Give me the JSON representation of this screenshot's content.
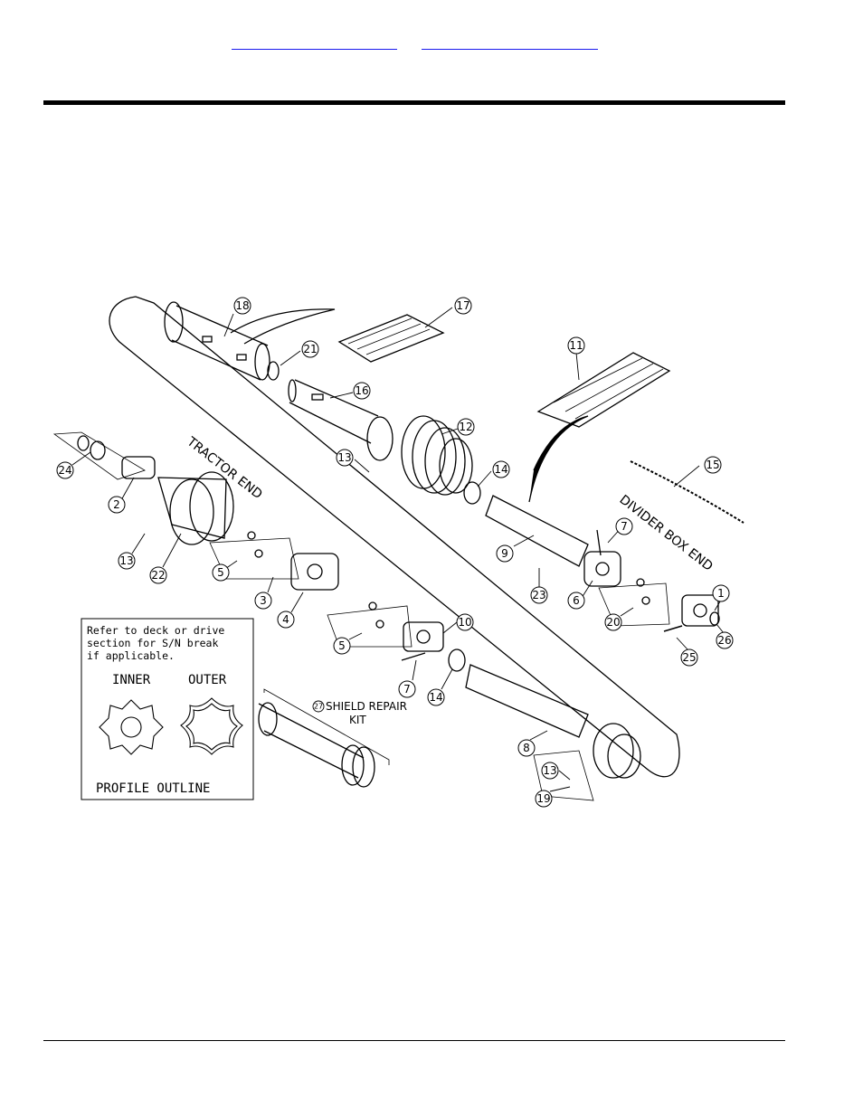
{
  "header": {
    "link_1": "",
    "link_2": ""
  },
  "diagram": {
    "tractor_end": "TRACTOR END",
    "divider_box_end": "DIVIDER BOX END",
    "shield_repair_kit_number": "27",
    "shield_repair_kit_line1": "SHIELD REPAIR",
    "shield_repair_kit_line2": "KIT",
    "callouts": [
      "1",
      "2",
      "3",
      "4",
      "5",
      "5",
      "6",
      "7",
      "7",
      "8",
      "9",
      "10",
      "11",
      "12",
      "13",
      "13",
      "13",
      "14",
      "14",
      "15",
      "16",
      "17",
      "18",
      "19",
      "20",
      "21",
      "22",
      "23",
      "24",
      "25",
      "26"
    ]
  },
  "inset": {
    "note_line1": "Refer to deck or drive",
    "note_line2": "section for S/N break",
    "note_line3": "if applicable.",
    "inner_label": "INNER",
    "outer_label": "OUTER",
    "footer_label": "PROFILE OUTLINE"
  }
}
